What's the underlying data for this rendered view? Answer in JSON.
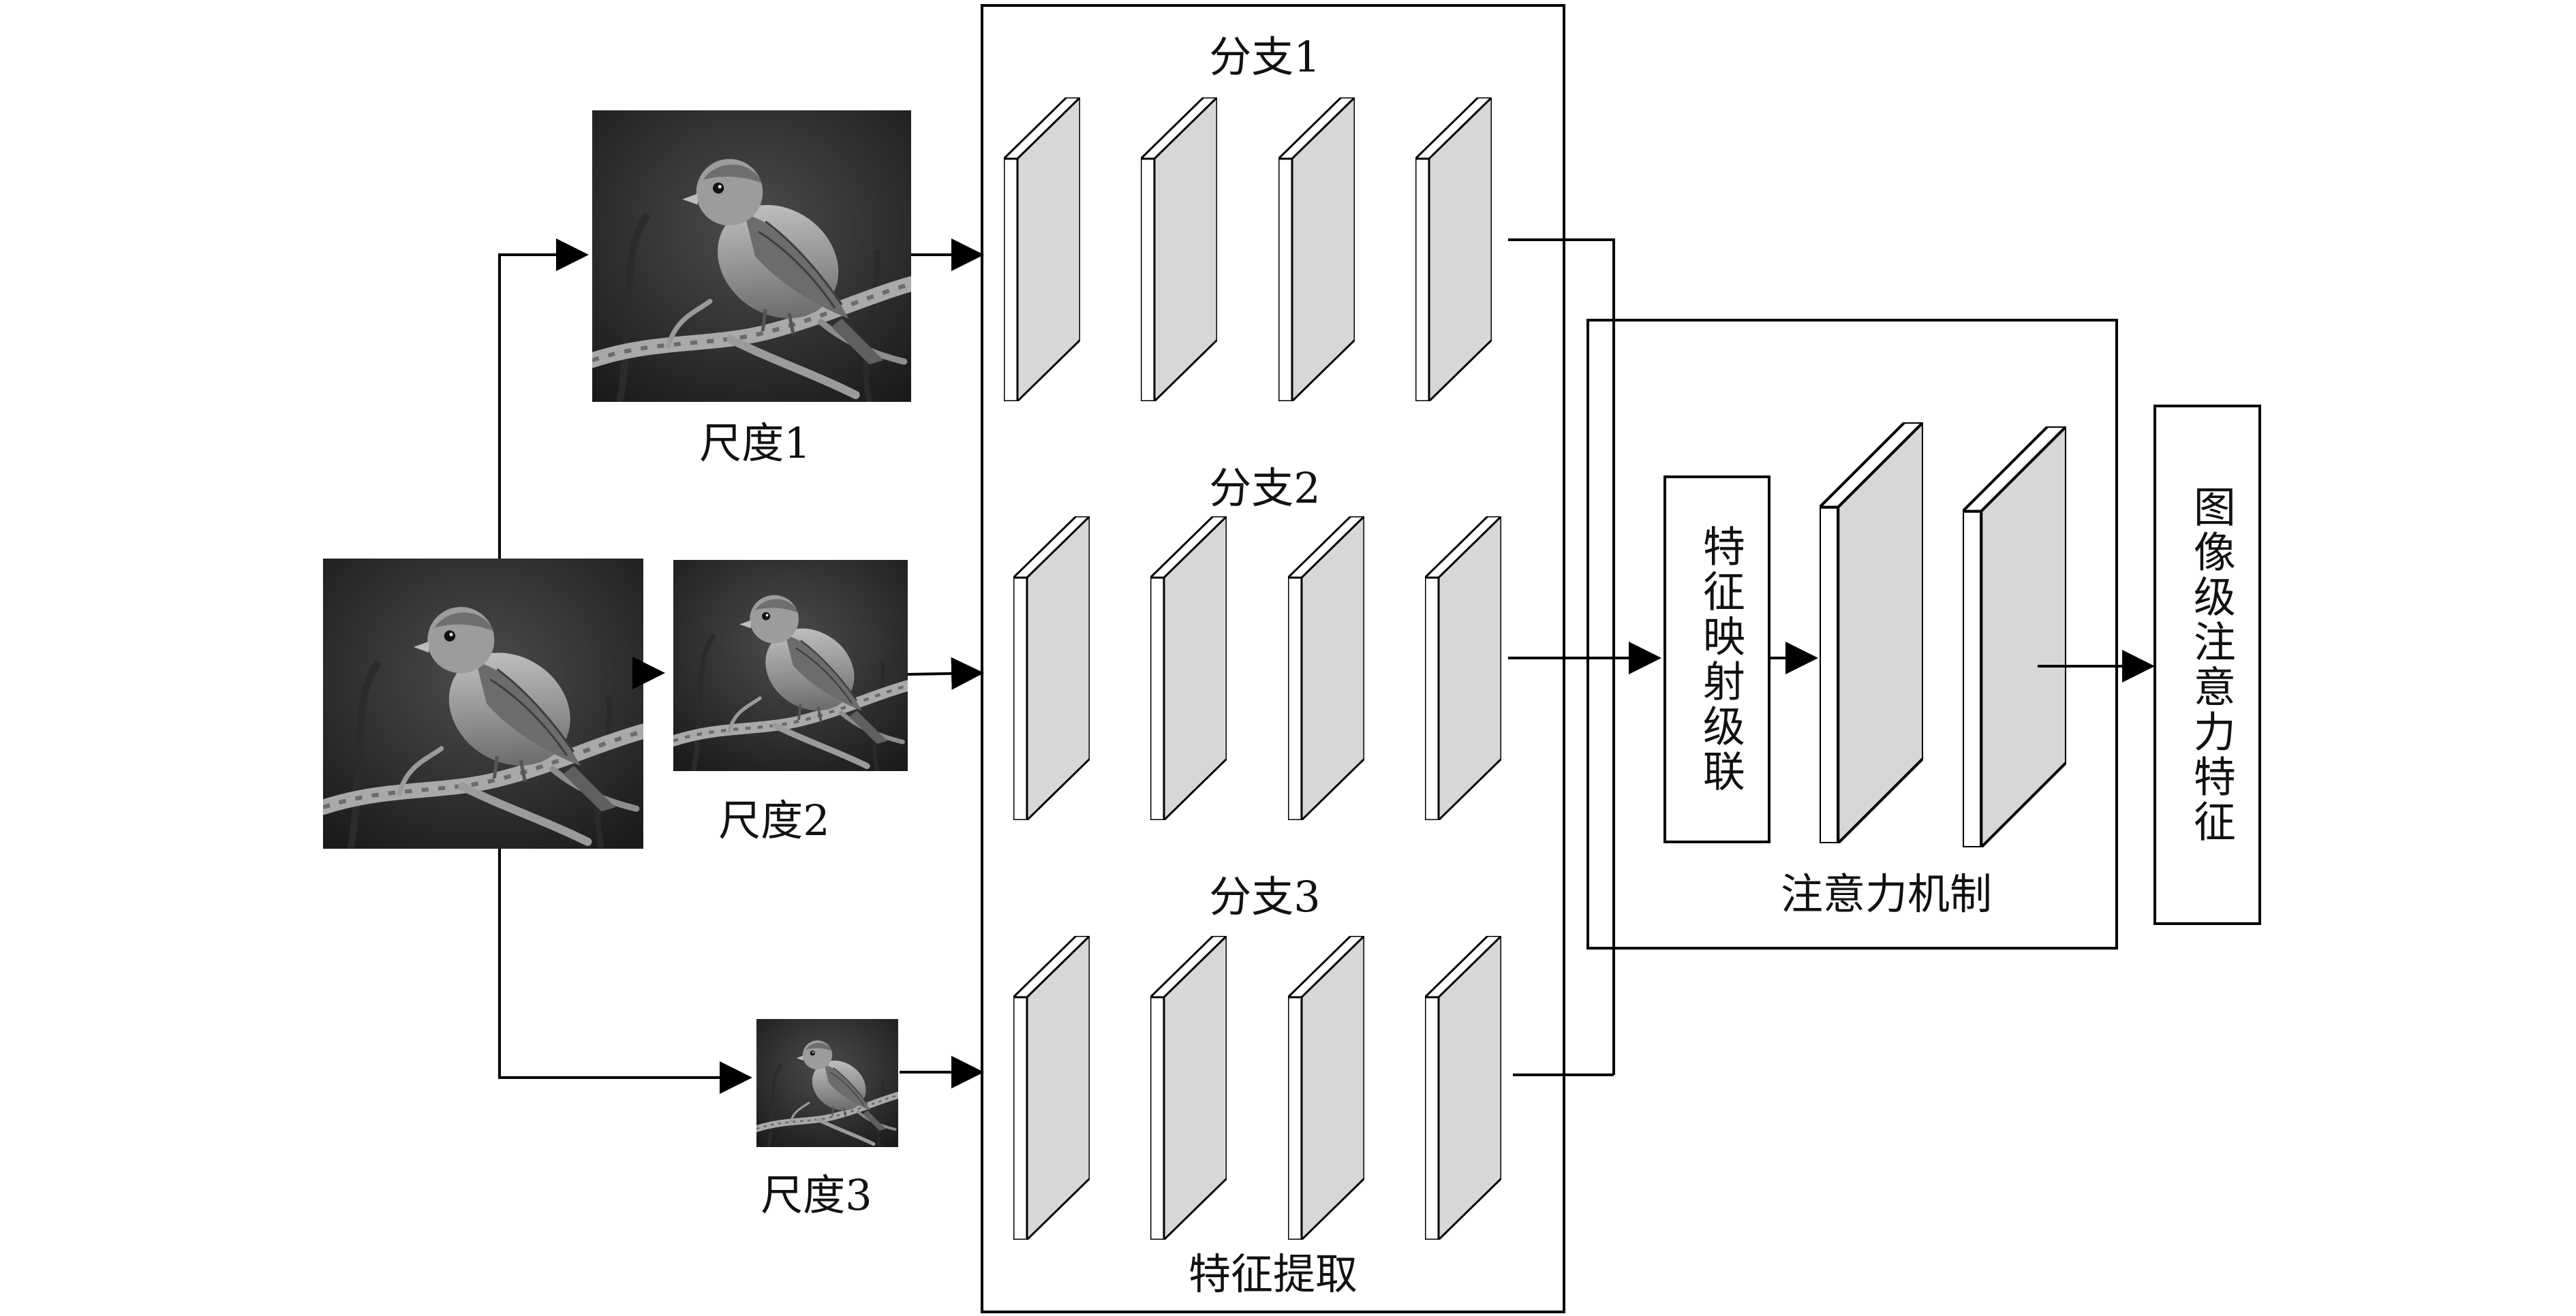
{
  "scales": [
    "尺度1",
    "尺度2",
    "尺度3"
  ],
  "branches": [
    "分支1",
    "分支2",
    "分支3"
  ],
  "feature_extraction_label": "特征提取",
  "concat_label": "特征映射级联",
  "attention_label": "注意力机制",
  "output_label": "图像级注意力特征",
  "photo_subject": "bird-on-branch-photo"
}
